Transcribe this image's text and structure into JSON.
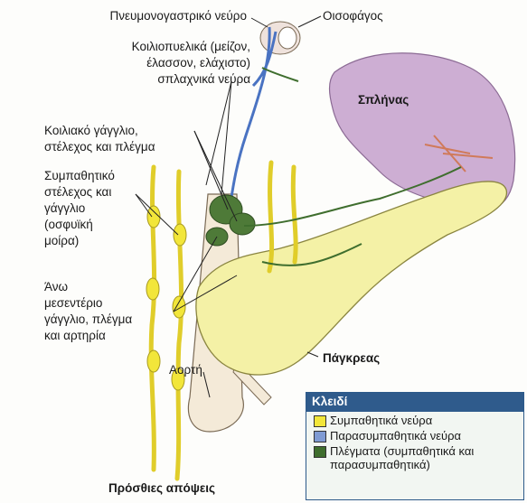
{
  "labels": {
    "vagus": "Πνευμονογαστρικό νεύρο",
    "esophagus": "Οισοφάγος",
    "splanchnic_1": "Κοιλιοπυελικά (μείζον,",
    "splanchnic_2": "έλασσον, ελάχιστο)",
    "splanchnic_3": "σπλαχνικά νεύρα",
    "celiac_1": "Κοιλιακό γάγγλιο,",
    "celiac_2": "στέλεχος και πλέγμα",
    "sympathetic_1": "Συμπαθητικό",
    "sympathetic_2": "στέλεχος και",
    "sympathetic_3": "γάγγλιο",
    "sympathetic_4": "(οσφυϊκή",
    "sympathetic_5": "μοίρα)",
    "mesenteric_1": "Άνω",
    "mesenteric_2": "μεσεντέριο",
    "mesenteric_3": "γάγγλιο, πλέγμα",
    "mesenteric_4": "και αρτηρία",
    "aorta": "Αορτή",
    "spleen": "Σπλήνας",
    "pancreas": "Πάγκρεας",
    "caption": "Πρόσθιες απόψεις"
  },
  "key": {
    "title": "Κλειδί",
    "items": [
      {
        "label": "Συμπαθητικά νεύρα",
        "color": "#f2e63a"
      },
      {
        "label": "Παρασυμπαθητικά νεύρα",
        "color": "#7f9bd3"
      },
      {
        "label": "Πλέγματα (συμπαθητικά και",
        "label2": "παρασυμπαθητικά)",
        "color": "#3f6e2e"
      }
    ]
  },
  "colors": {
    "sympathetic": "#f2e63a",
    "parasympathetic": "#4a73c2",
    "plexus": "#3f6e2e",
    "spleen": "#c9a9cf",
    "pancreas": "#f3f0a8",
    "aorta": "#f4ead8"
  }
}
